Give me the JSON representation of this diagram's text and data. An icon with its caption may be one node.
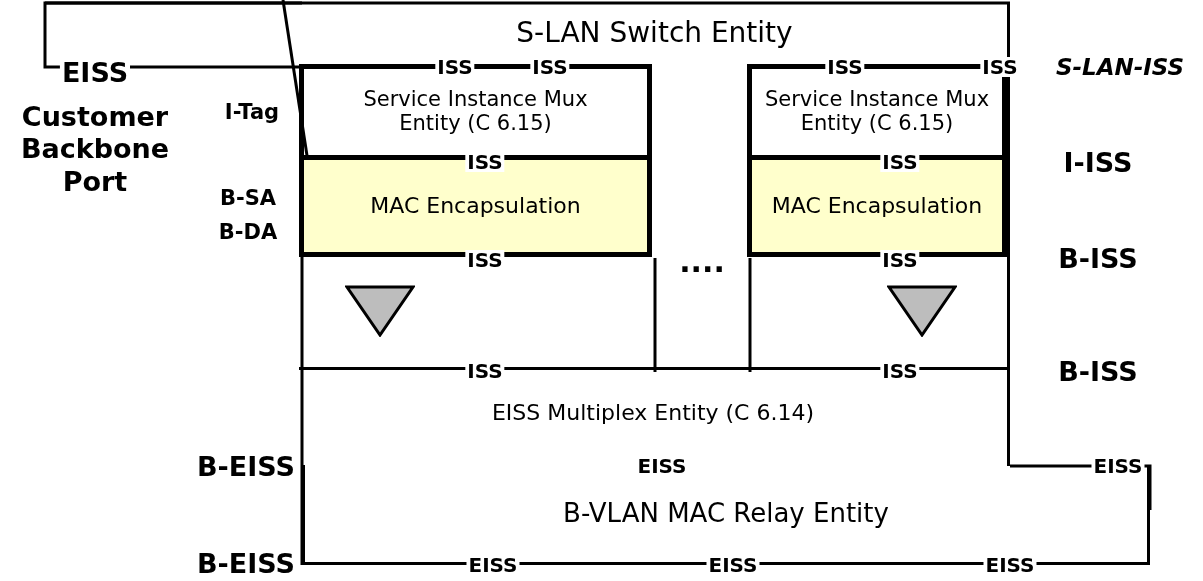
{
  "diagram": {
    "nodes": [
      {
        "text": [
          "S-LAN Switch Entity"
        ]
      },
      {
        "text": [
          "Service Instance Mux Entity (C 6.15)"
        ],
        "in": 0
      },
      {
        "text": [
          "MAC Encapsulation"
        ],
        "in": 0
      },
      {
        "text": [
          "Service Instance Mux Entity (C 6.15)"
        ],
        "in": 0
      },
      {
        "text": [
          "MAC Encapsulation"
        ],
        "in": 0
      },
      {
        "text": [],
        "shape": "triangle",
        "in": 0
      },
      {
        "text": [],
        "shape": "triangle",
        "in": 0
      },
      {
        "text": [
          "EISS Multiplex Entity (C 6.14)"
        ],
        "in": 0
      },
      {
        "text": [
          "B-VLAN MAC Relay Entity"
        ]
      }
    ],
    "edges": [
      {
        "from": null,
        "to": 2,
        "arrow": "none"
      }
    ],
    "labels": [
      "EISS",
      "ISS",
      "ISS",
      "ISS",
      "ISS",
      "S-LAN-ISS",
      "Customer Backbone Port",
      "I-Tag",
      "ISS",
      "ISS",
      "I-ISS",
      "B-SA",
      "B-DA",
      "ISS",
      "....",
      "ISS",
      "B-ISS",
      "ISS",
      "ISS",
      "B-ISS",
      "B-EISS",
      "EISS",
      "EISS",
      "B-EISS",
      "EISS",
      "EISS",
      "EISS"
    ]
  }
}
